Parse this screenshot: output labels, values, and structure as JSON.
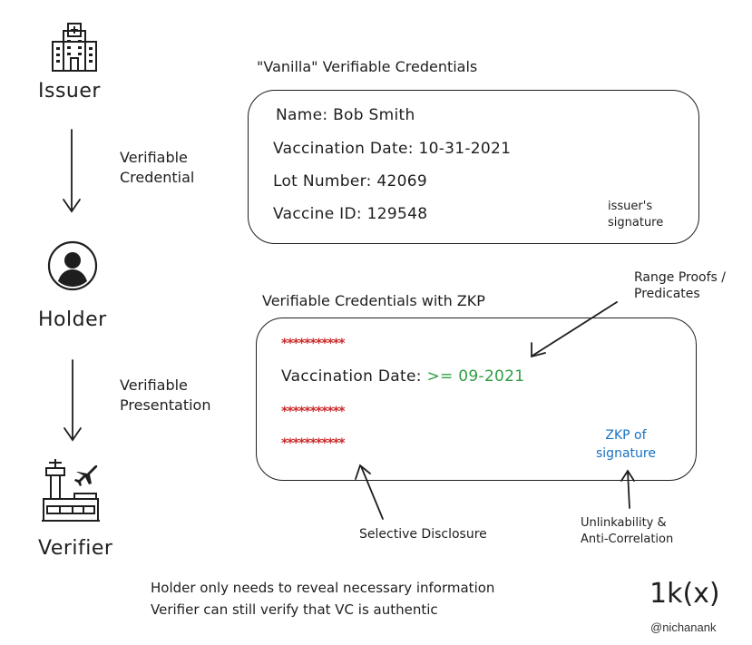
{
  "roles": {
    "issuer": "Issuer",
    "holder": "Holder",
    "verifier": "Verifier"
  },
  "flow": {
    "step1": [
      "Verifiable",
      "Credential"
    ],
    "step2": [
      "Verifiable",
      "Presentation"
    ]
  },
  "vanilla": {
    "title": "\"Vanilla\" Verifiable Credentials",
    "fields": [
      "Name: Bob Smith",
      "Vaccination Date: 10-31-2021",
      "Lot Number: 42069",
      "Vaccine ID: 129548"
    ],
    "signature": [
      "issuer's",
      "signature"
    ]
  },
  "zkp": {
    "title": "Verifiable Credentials with ZKP",
    "redacted": "***********",
    "date_label": "Vaccination Date:",
    "date_value": ">= 09-2021",
    "signature": [
      "ZKP of",
      "signature"
    ]
  },
  "annotations": {
    "range_proofs": [
      "Range Proofs /",
      "Predicates"
    ],
    "selective": "Selective Disclosure",
    "unlinkability": [
      "Unlinkability &",
      "Anti-Correlation"
    ]
  },
  "notes": [
    "Holder only needs to reveal necessary information",
    "Verifier can still verify that VC is authentic"
  ],
  "brand": {
    "logo": "1k(x)",
    "handle": "@nichanank"
  },
  "colors": {
    "redacted": "#c92a2a",
    "predicate": "#2f9e44",
    "zkp": "#1971c2",
    "stroke": "#1e1e1e"
  },
  "icons": [
    "hospital-icon",
    "user-avatar-icon",
    "airport-icon"
  ]
}
